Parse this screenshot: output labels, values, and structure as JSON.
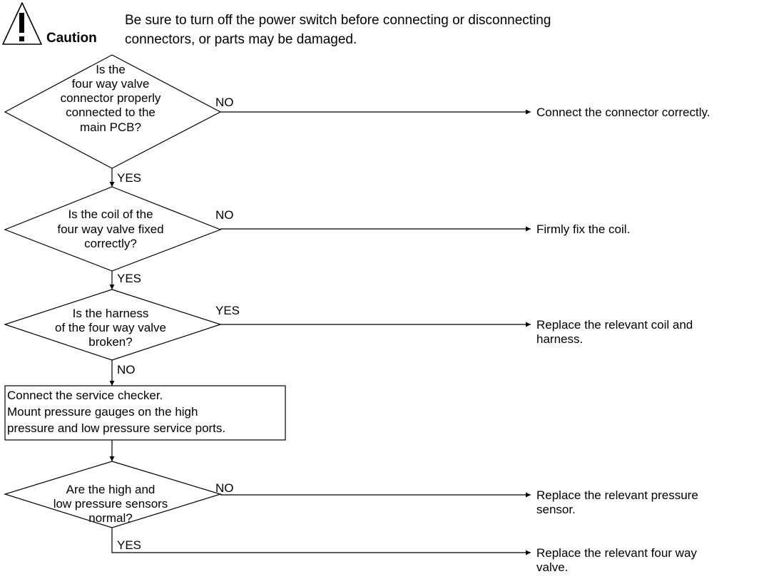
{
  "caution": {
    "label": "Caution",
    "message_line1": "Be sure to turn off the power switch before connecting or disconnecting",
    "message_line2": "connectors, or parts may be damaged.",
    "icon": "warning-triangle-icon"
  },
  "decisions": [
    {
      "question_lines": [
        "Is the",
        "four way valve",
        "connector properly",
        "connected to the",
        "main PCB?"
      ],
      "branch_label": "NO",
      "continue_label": "YES",
      "action": [
        "Connect the connector correctly."
      ]
    },
    {
      "question_lines": [
        "Is the coil of the",
        "four way valve fixed",
        "correctly?"
      ],
      "branch_label": "NO",
      "continue_label": "YES",
      "action": [
        "Firmly fix the coil."
      ]
    },
    {
      "question_lines": [
        "Is the harness",
        "of the four way valve",
        "broken?"
      ],
      "branch_label": "YES",
      "continue_label": "NO",
      "action": [
        "Replace the relevant coil and",
        "harness."
      ]
    },
    {
      "question_lines": [
        "Are the high and",
        "low pressure sensors",
        "normal?"
      ],
      "branch_label": "NO",
      "continue_label": "YES",
      "action": [
        "Replace the relevant pressure",
        "sensor."
      ]
    }
  ],
  "process_step": {
    "lines": [
      "Connect the service checker.",
      "Mount pressure gauges on the high",
      "pressure and low pressure service ports."
    ]
  },
  "final_action": [
    "Replace the relevant four way",
    "valve."
  ]
}
